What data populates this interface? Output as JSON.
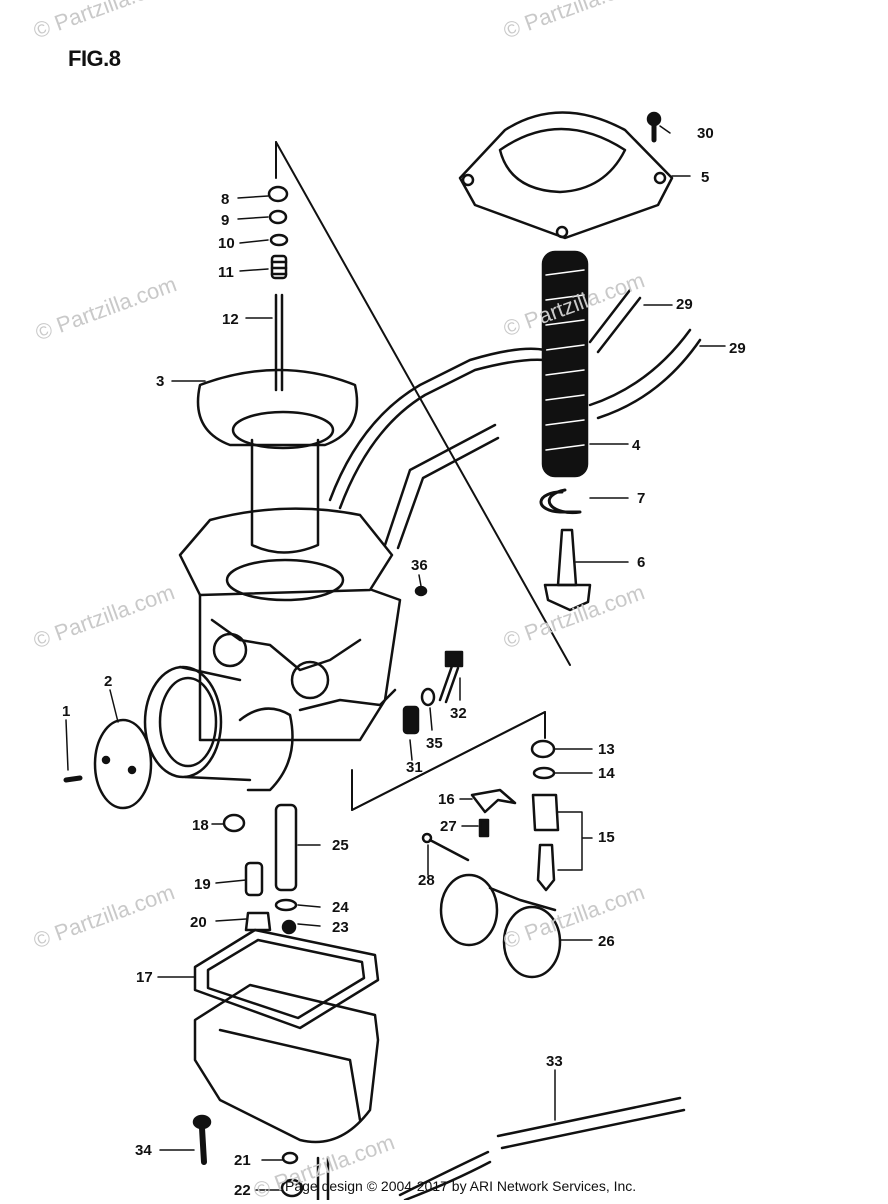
{
  "figure": {
    "title": "FIG.8"
  },
  "watermarks": [
    "© Partzilla.com",
    "© Partzilla.com",
    "© Partzilla.com",
    "© Partzilla.com",
    "© Partzilla.com",
    "© Partzilla.com",
    "© Partzilla.com",
    "© Partzilla.com",
    "© Partzilla.com"
  ],
  "callouts": [
    "1",
    "2",
    "3",
    "4",
    "5",
    "6",
    "7",
    "8",
    "9",
    "10",
    "11",
    "12",
    "13",
    "14",
    "15",
    "16",
    "17",
    "18",
    "19",
    "20",
    "21",
    "22",
    "23",
    "24",
    "25",
    "26",
    "27",
    "28",
    "29",
    "29",
    "30",
    "31",
    "32",
    "33",
    "34",
    "35",
    "36"
  ],
  "footer": "Page design © 2004-2017 by ARI Network Services, Inc."
}
